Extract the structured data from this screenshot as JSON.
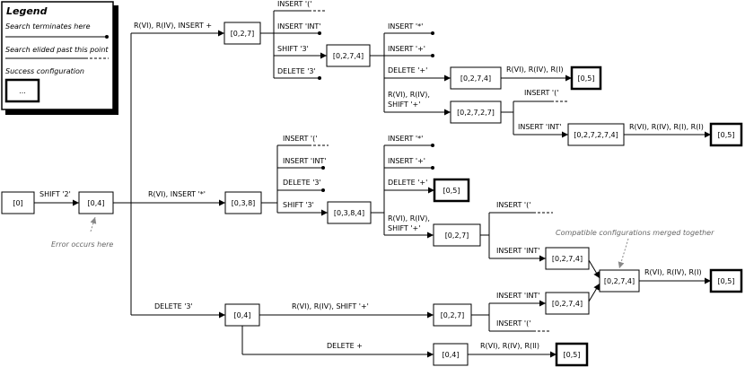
{
  "legend": {
    "title": "Legend",
    "terminates": "Search terminates here",
    "elided": "Search elided past this point",
    "success": "Success configuration",
    "success_box": "..."
  },
  "nodes": {
    "root": "[0]",
    "n04": "[0,4]",
    "n027_top": "[0,2,7]",
    "n0274_top": "[0,2,7,4]",
    "n0274_del": "[0,2,7,4]",
    "s05_a": "[0,5]",
    "n02727": "[0,2,7,2,7]",
    "n027274": "[0,2,7,2,7,4]",
    "s05_b": "[0,5]",
    "n038": "[0,3,8]",
    "n0384": "[0,3,8,4]",
    "s05_c": "[0,5]",
    "n027_mid": "[0,2,7]",
    "n0274_mid": "[0,2,7,4]",
    "n0274_merged": "[0,2,7,4]",
    "s05_d": "[0,5]",
    "n04_bot": "[0,4]",
    "n027_bot": "[0,2,7]",
    "n0274_bot": "[0,2,7,4]",
    "n04_last": "[0,4]",
    "s05_e": "[0,5]"
  },
  "labels": {
    "shift2": "SHIFT '2'",
    "r_vi_iv_insert_plus": "R(VI), R(IV), INSERT +",
    "r_vi_insert_star": "R(VI), INSERT '*'",
    "delete3_main": "DELETE '3'",
    "t_insert_lparen": "INSERT '('",
    "t_insert_int": "INSERT 'INT'",
    "t_shift3": "SHIFT '3'",
    "t_delete3": "DELETE '3'",
    "t2_insert_star": "INSERT '*'",
    "t2_insert_plus": "INSERT '+'",
    "t2_delete_plus": "DELETE '+'",
    "t2_r_line1": "R(VI), R(IV),",
    "t2_r_line2": "SHIFT '+'",
    "t2_reduce": "R(VI), R(IV), R(I)",
    "t3_insert_lparen": "INSERT '('",
    "t3_insert_int": "INSERT 'INT'",
    "t3_reduce": "R(VI), R(IV), R(I), R(I)",
    "m_insert_lparen": "INSERT '('",
    "m_insert_int": "INSERT 'INT'",
    "m_delete3": "DELETE '3'",
    "m_shift3": "SHIFT '3'",
    "m2_insert_star": "INSERT '*'",
    "m2_insert_plus": "INSERT '+'",
    "m2_delete_plus": "DELETE '+'",
    "m2_r_line1": "R(VI), R(IV),",
    "m2_r_line2": "SHIFT '+'",
    "m3_insert_lparen": "INSERT '('",
    "m3_insert_int": "INSERT 'INT'",
    "merged_reduce": "R(VI), R(IV), R(I)",
    "b_r_shift_plus": "R(VI), R(IV), SHIFT '+'",
    "b_delete_plus": "DELETE +",
    "b2_insert_int": "INSERT 'INT'",
    "b2_insert_lparen": "INSERT '('",
    "b_reduce_ii": "R(VI), R(IV), R(II)"
  },
  "notes": {
    "error": "Error occurs here",
    "merged": "Compatible configurations merged together"
  }
}
